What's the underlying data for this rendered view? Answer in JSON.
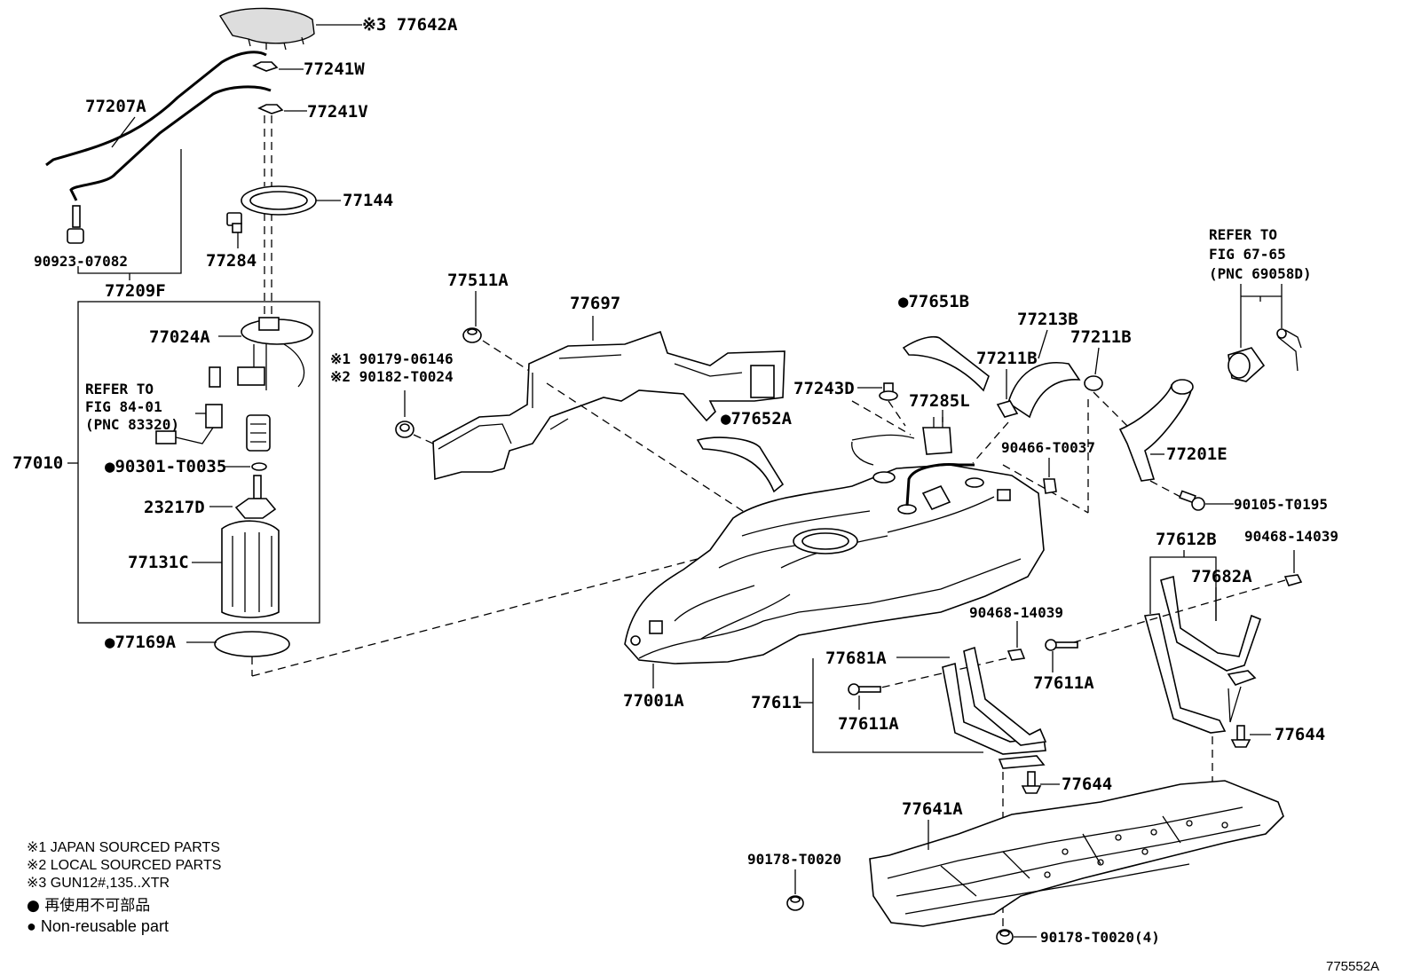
{
  "diagram_id": "775552A",
  "part_labels": {
    "p77642A": "※3 77642A",
    "p77241W": "77241W",
    "p77207A": "77207A",
    "p77241V": "77241V",
    "p77144": "77144",
    "p90923": "90923-07082",
    "p77284": "77284",
    "p77209F": "77209F",
    "p77024A": "77024A",
    "p77010": "77010",
    "p90301": "●90301-T0035",
    "p23217D": "23217D",
    "p77131C": "77131C",
    "p77169A": "●77169A",
    "p90179": "※1 90179-06146",
    "p90182": "※2 90182-T0024",
    "p77511A": "77511A",
    "p77697": "77697",
    "p77651B": "●77651B",
    "p77213B": "77213B",
    "p77211B_a": "77211B",
    "p77211B_b": "77211B",
    "p77243D": "77243D",
    "p77285L": "77285L",
    "p77652A": "●77652A",
    "p90466": "90466-T0037",
    "p77201E": "77201E",
    "p90105": "90105-T0195",
    "p77001A": "77001A",
    "p77612B": "77612B",
    "p90468_a": "90468-14039",
    "p90468_b": "90468-14039",
    "p77682A": "77682A",
    "p77681A": "77681A",
    "p77611": "77611",
    "p77611A_a": "77611A",
    "p77611A_b": "77611A",
    "p77644_a": "77644",
    "p77644_b": "77644",
    "p77641A": "77641A",
    "p90178_a": "90178-T0020",
    "p90178_b": "90178-T0020(4)"
  },
  "refer_notes": {
    "fig84": [
      "REFER TO",
      "FIG 84-01",
      "(PNC 83320)"
    ],
    "fig67": [
      "REFER TO",
      "FIG 67-65",
      "(PNC 69058D)"
    ]
  },
  "legend": {
    "note1": "※1 JAPAN SOURCED PARTS",
    "note2": "※2 LOCAL SOURCED PARTS",
    "note3": "※3 GUN12#,135..XTR",
    "jp": "● 再使用不可部品",
    "en": "● Non-reusable part"
  }
}
